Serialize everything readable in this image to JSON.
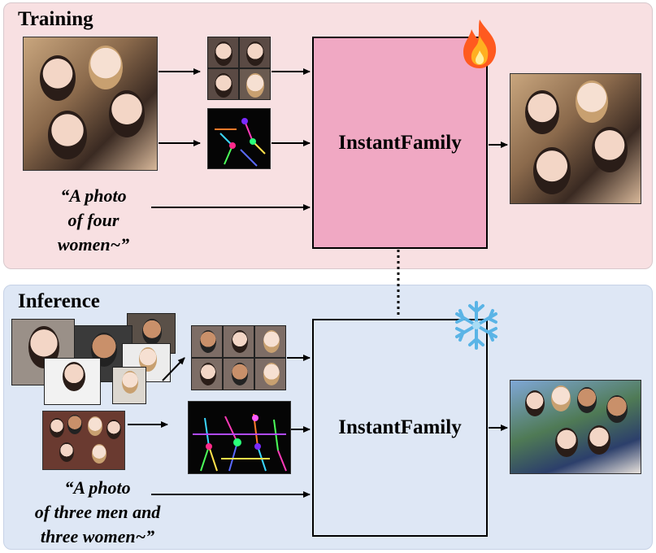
{
  "training": {
    "title": "Training",
    "prompt_lines": [
      "“A photo",
      "of four",
      "women~”"
    ],
    "model_label": "InstantFamily",
    "status_icon": "fire-icon"
  },
  "inference": {
    "title": "Inference",
    "prompt_lines": [
      "“A photo",
      "of three men and",
      "three women~”"
    ],
    "model_label": "InstantFamily",
    "status_icon": "snowflake-icon"
  },
  "colors": {
    "training_panel": "#f8e0e2",
    "inference_panel": "#dee7f5",
    "training_model": "#f0a8c3",
    "inference_model": "#dee7f5"
  }
}
